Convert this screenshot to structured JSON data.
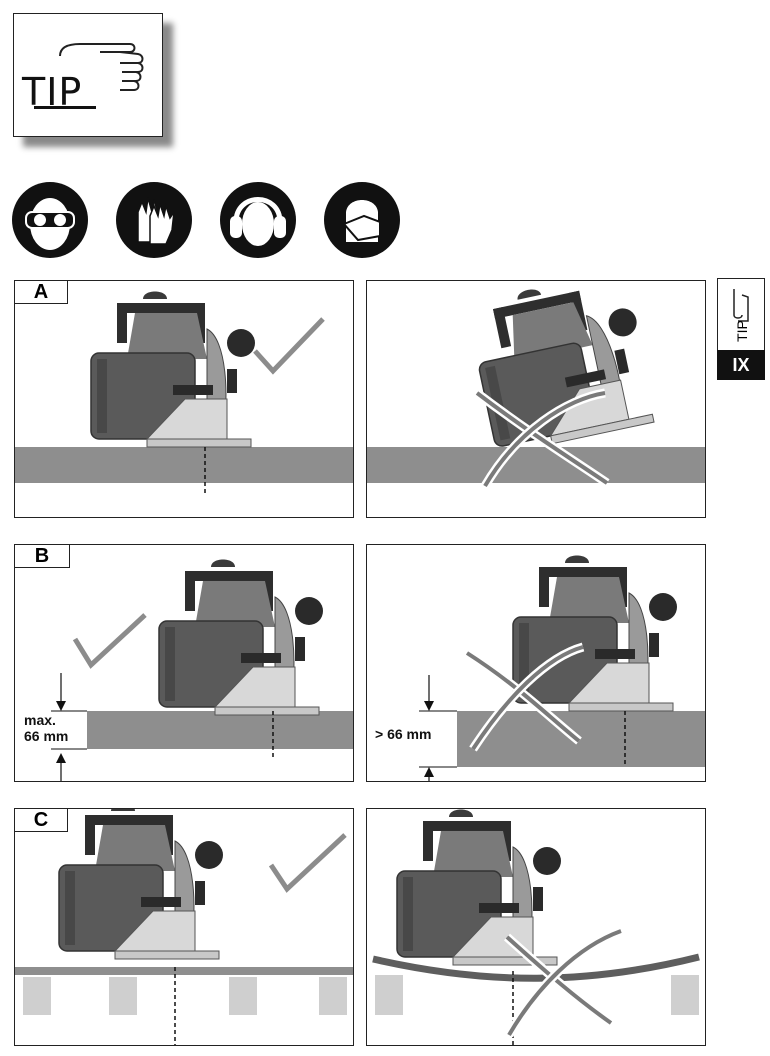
{
  "tip_box": {
    "label": "TIP"
  },
  "safety_icons": [
    {
      "name": "safety-glasses-icon"
    },
    {
      "name": "protective-gloves-icon"
    },
    {
      "name": "ear-protection-icon"
    },
    {
      "name": "dust-mask-icon"
    }
  ],
  "side_tab": {
    "label": "TIP",
    "number": "IX"
  },
  "rows": [
    {
      "label": "A"
    },
    {
      "label": "B",
      "left_dimension": [
        "max.",
        "66 mm"
      ],
      "right_dimension": "> 66 mm"
    },
    {
      "label": "C"
    }
  ],
  "colors": {
    "check": "#8c8c8c",
    "cross": "#7a7a7a",
    "board": "#8e8e8e",
    "saw": "#5a5a5a"
  }
}
